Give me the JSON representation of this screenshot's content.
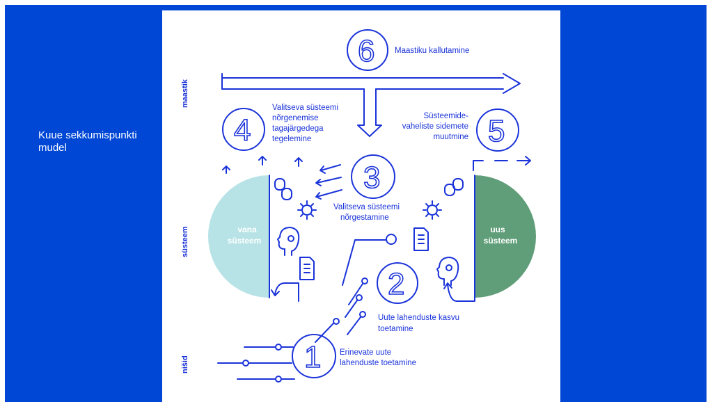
{
  "slide": {
    "title": "Kuue sekkumispunkti mudel"
  },
  "colors": {
    "background": "#0047d6",
    "line": "#1a33d9",
    "old_system": "#b7e3e6",
    "new_system": "#5f9e78"
  },
  "axis": {
    "landscape": "maastik",
    "system": "süsteem",
    "niches": "nišid"
  },
  "systems": {
    "old": "vana süsteem",
    "new": "uus süsteem"
  },
  "points": [
    {
      "number": "1",
      "label_lines": [
        "Erinevate uute",
        "lahenduste toetamine"
      ]
    },
    {
      "number": "2",
      "label_lines": [
        "Uute lahenduste kasvu",
        "toetamine"
      ]
    },
    {
      "number": "3",
      "label_lines": [
        "Valitseva süsteemi",
        "nõrgestamine"
      ]
    },
    {
      "number": "4",
      "label_lines": [
        "Valitseva süsteemi",
        "nõrgenemise",
        "tagajärgedega",
        "tegelemine"
      ]
    },
    {
      "number": "5",
      "label_lines": [
        "Süsteemide-",
        "vaheliste sidemete",
        "muutmine"
      ]
    },
    {
      "number": "6",
      "label_lines": [
        "Maastiku kallutamine"
      ]
    }
  ],
  "icons": [
    "theatre-masks-icon",
    "gear-icon",
    "head-icon",
    "document-icon"
  ]
}
